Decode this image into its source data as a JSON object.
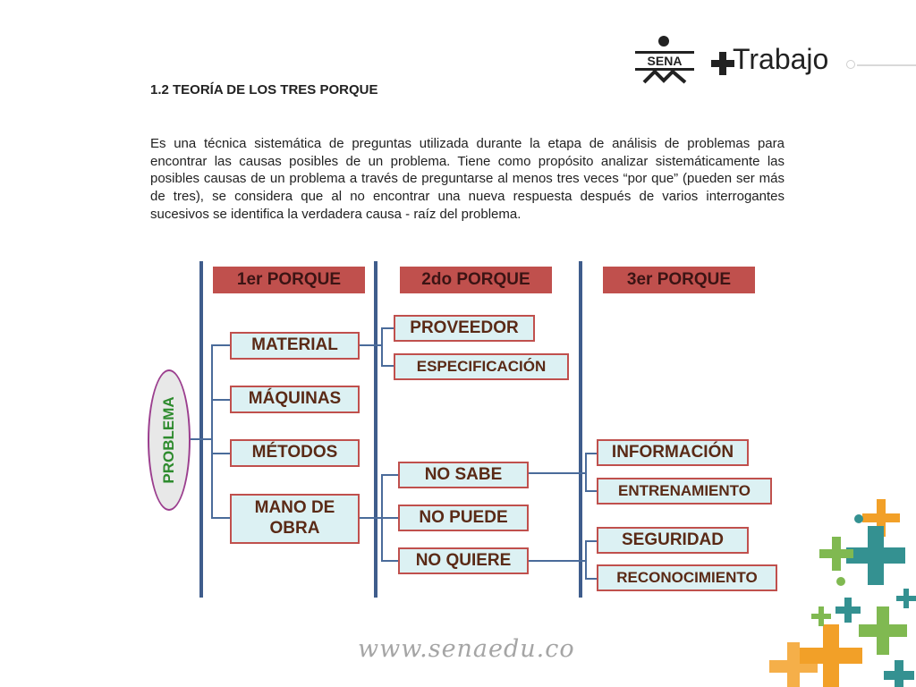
{
  "header": {
    "logo_text": "SENA",
    "tagline": "Trabajo"
  },
  "section": {
    "title": "1.2 TEORÍA DE LOS TRES PORQUE",
    "paragraph": "Es una técnica sistemática de preguntas utilizada durante la etapa de análisis de problemas para encontrar las causas posibles de un problema. Tiene como propósito analizar sistemáticamente las posibles causas de un problema a través de preguntarse al menos tres veces “por que” (pueden ser más de tres), se considera que al no encontrar una nueva respuesta después de varios interrogantes sucesivos se identifica la verdadera causa - raíz del problema."
  },
  "diagram": {
    "root": "PROBLEMA",
    "column_headers": [
      "1er PORQUE",
      "2do PORQUE",
      "3er PORQUE"
    ],
    "level1": [
      "MATERIAL",
      "MÁQUINAS",
      "MÉTODOS",
      "MANO DE OBRA"
    ],
    "level2_material": [
      "PROVEEDOR",
      "ESPECIFICACIÓN"
    ],
    "level2_mano_de_obra": [
      "NO SABE",
      "NO PUEDE",
      "NO QUIERE"
    ],
    "level3_no_sabe": [
      "INFORMACIÓN",
      "ENTRENAMIENTO"
    ],
    "level3_no_quiere": [
      "SEGURIDAD",
      "RECONOCIMIENTO"
    ],
    "colors": {
      "header_fill": "#c0504d",
      "box_fill": "#dcf1f3",
      "box_border": "#c0504d",
      "line": "#3f5d8c",
      "root_text": "#2e8b2e",
      "root_border": "#9b3e8e"
    }
  },
  "footer": {
    "url": "www.senaedu.co"
  }
}
